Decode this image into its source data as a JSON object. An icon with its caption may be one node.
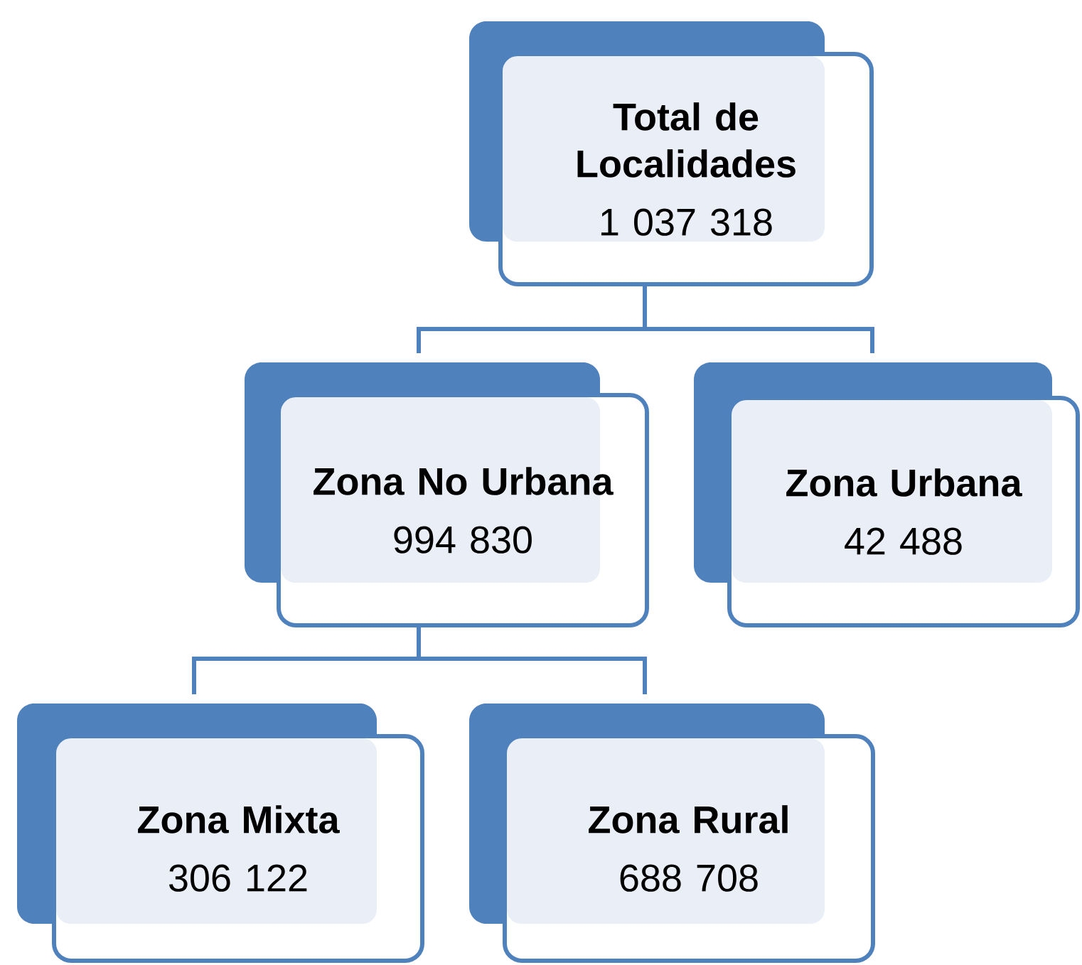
{
  "diagram": {
    "nodes": [
      {
        "text": [
          "Total de Localidades",
          "1 037 318"
        ]
      },
      {
        "text": [
          "Zona No Urbana",
          "994 830"
        ]
      },
      {
        "text": [
          "Zona Urbana",
          "42 488"
        ]
      },
      {
        "text": [
          "Zona Mixta",
          "306 122"
        ]
      },
      {
        "text": [
          "Zona Rural",
          "688 708"
        ]
      }
    ],
    "edges": [
      {
        "from": 0,
        "to": 1,
        "arrow": "none"
      },
      {
        "from": 0,
        "to": 2,
        "arrow": "none"
      },
      {
        "from": 1,
        "to": 3,
        "arrow": "none"
      },
      {
        "from": 1,
        "to": 4,
        "arrow": "none"
      }
    ]
  }
}
